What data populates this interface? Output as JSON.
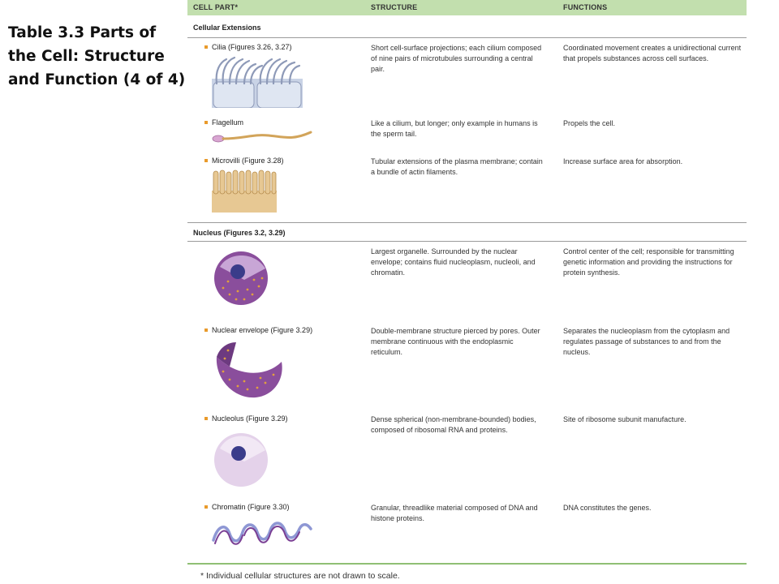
{
  "title": "Table 3.3  Parts of the Cell: Structure and Function (4 of 4)",
  "headers": {
    "part": "CELL PART*",
    "structure": "STRUCTURE",
    "functions": "FUNCTIONS"
  },
  "sections": [
    {
      "label": "Cellular Extensions",
      "rows": [
        {
          "part": "Cilia (Figures 3.26, 3.27)",
          "structure": "Short cell-surface projections; each cilium composed of nine pairs of microtubules surrounding a central pair.",
          "function": "Coordinated movement creates a unidirectional current that propels substances across cell surfaces.",
          "icon": "cilia-icon"
        },
        {
          "part": "Flagellum",
          "structure": "Like a cilium, but longer; only example in humans is the sperm tail.",
          "function": "Propels the cell.",
          "icon": "flagellum-icon"
        },
        {
          "part": "Microvilli (Figure 3.28)",
          "structure": "Tubular extensions of the plasma membrane; contain a bundle of actin filaments.",
          "function": "Increase surface area for absorption.",
          "icon": "microvilli-icon"
        }
      ]
    },
    {
      "label": "Nucleus (Figures 3.2, 3.29)",
      "rows": [
        {
          "part": "",
          "structure": "Largest organelle. Surrounded by the nuclear envelope; contains fluid nucleoplasm, nucleoli, and chromatin.",
          "function": "Control center of the cell; responsible for transmitting genetic information and providing the instructions for protein synthesis.",
          "icon": "nucleus-icon"
        },
        {
          "part": "Nuclear envelope (Figure 3.29)",
          "structure": "Double-membrane structure pierced by pores. Outer membrane continuous with the endoplasmic reticulum.",
          "function": "Separates the nucleoplasm from the cytoplasm and regulates passage of substances to and from the nucleus.",
          "icon": "nuclear-envelope-icon"
        },
        {
          "part": "Nucleolus (Figure 3.29)",
          "structure": "Dense spherical (non-membrane-bounded) bodies, composed of ribosomal RNA and proteins.",
          "function": "Site of ribosome subunit manufacture.",
          "icon": "nucleolus-icon"
        },
        {
          "part": "Chromatin (Figure 3.30)",
          "structure": "Granular, threadlike material composed of DNA and histone proteins.",
          "function": "DNA constitutes the genes.",
          "icon": "chromatin-icon"
        }
      ]
    }
  ],
  "footnote": "* Individual cellular structures are not drawn to scale.",
  "colors": {
    "header_bg": "#c2dfae",
    "bullet": "#e99a2b",
    "rule_green": "#8fbf74",
    "nucleus_purple": "#7b3f8f"
  }
}
